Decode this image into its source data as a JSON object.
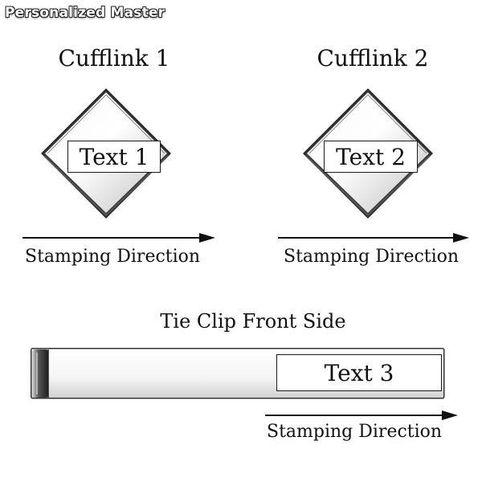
{
  "watermark": "Personalized Master",
  "cufflinks": [
    {
      "heading": "Cufflink 1",
      "text_label": "Text 1",
      "direction_label": "Stamping Direction"
    },
    {
      "heading": "Cufflink 2",
      "text_label": "Text 2",
      "direction_label": "Stamping Direction"
    }
  ],
  "tie_clip": {
    "heading": "Tie Clip Front Side",
    "text_label": "Text 3",
    "direction_label": "Stamping Direction"
  }
}
